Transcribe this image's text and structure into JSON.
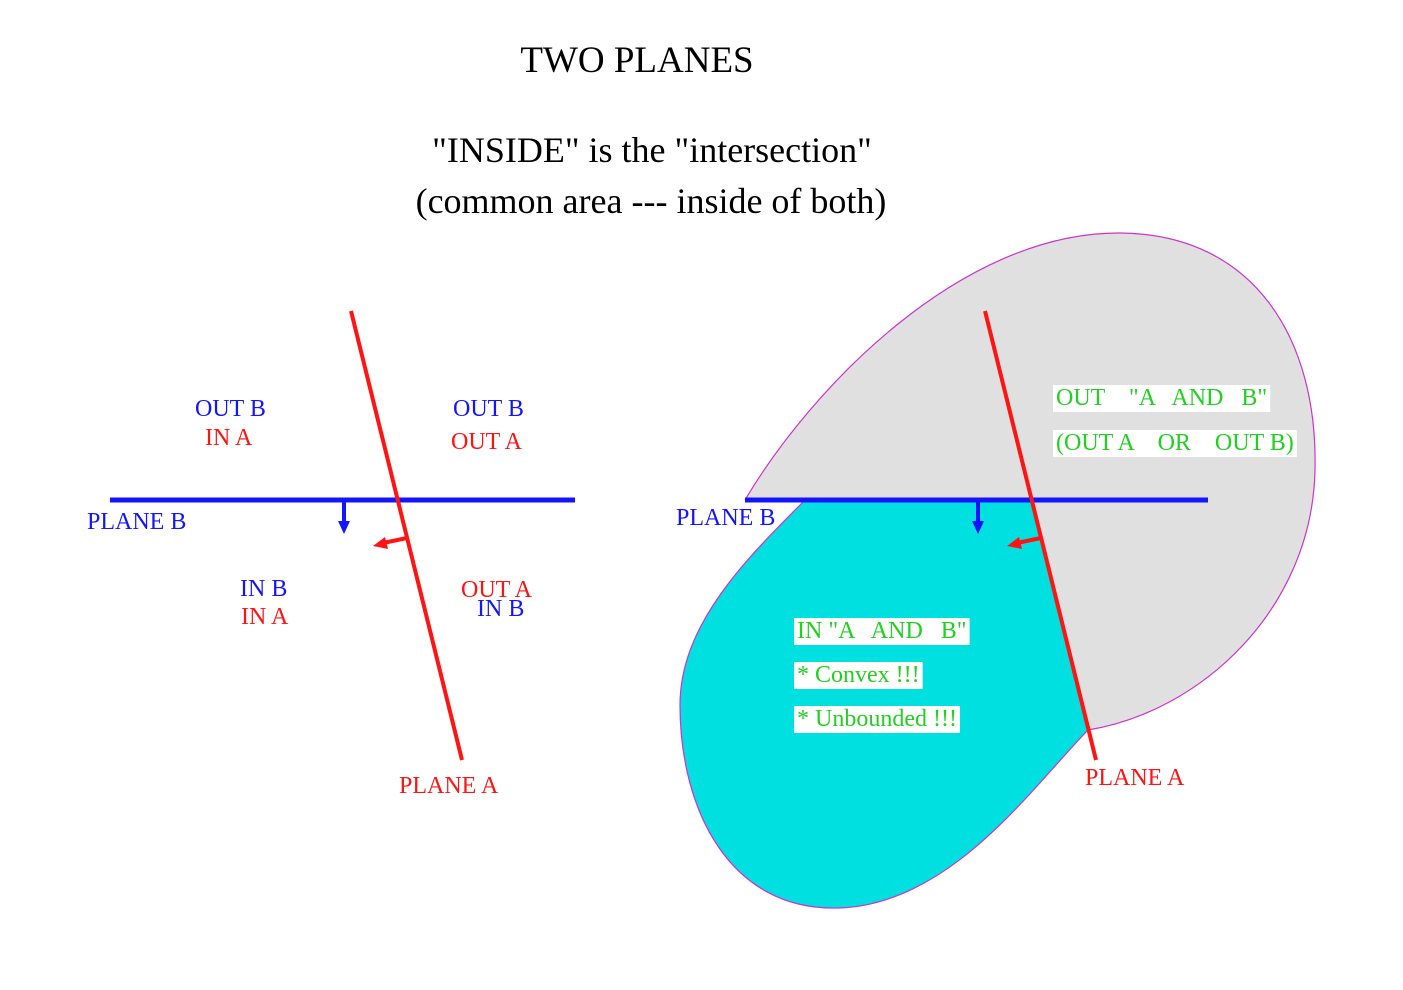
{
  "title": "TWO PLANES",
  "subtitle": [
    "\"INSIDE\" is the \"intersection\"",
    "(common area --- inside of both)"
  ],
  "left_diagram": {
    "upper_left": {
      "b": "OUT B",
      "a": "IN A"
    },
    "upper_right": {
      "b": "OUT B",
      "a": "OUT A"
    },
    "lower_left": {
      "b": "IN B",
      "a": "IN A"
    },
    "lower_right": {
      "a": "OUT A",
      "b": "IN B"
    },
    "plane_b_label": "PLANE B",
    "plane_a_label": "PLANE A"
  },
  "right_diagram": {
    "plane_b_label": "PLANE B",
    "plane_a_label": "PLANE A",
    "outside_notes": [
      "OUT    \"A   AND   B\"",
      "(OUT A    OR    OUT B)"
    ],
    "inside_notes": [
      "IN \"A   AND   B\"",
      "* Convex !!!",
      "* Unbounded !!!"
    ]
  },
  "colors": {
    "text": "#000000",
    "plane_a": "#ff1414",
    "plane_b": "#1414ff",
    "note_text": "#22d022",
    "outside_region": "#e0e0e0",
    "inside_region": "#00e0e0",
    "region_outline": "#cc33cc"
  }
}
